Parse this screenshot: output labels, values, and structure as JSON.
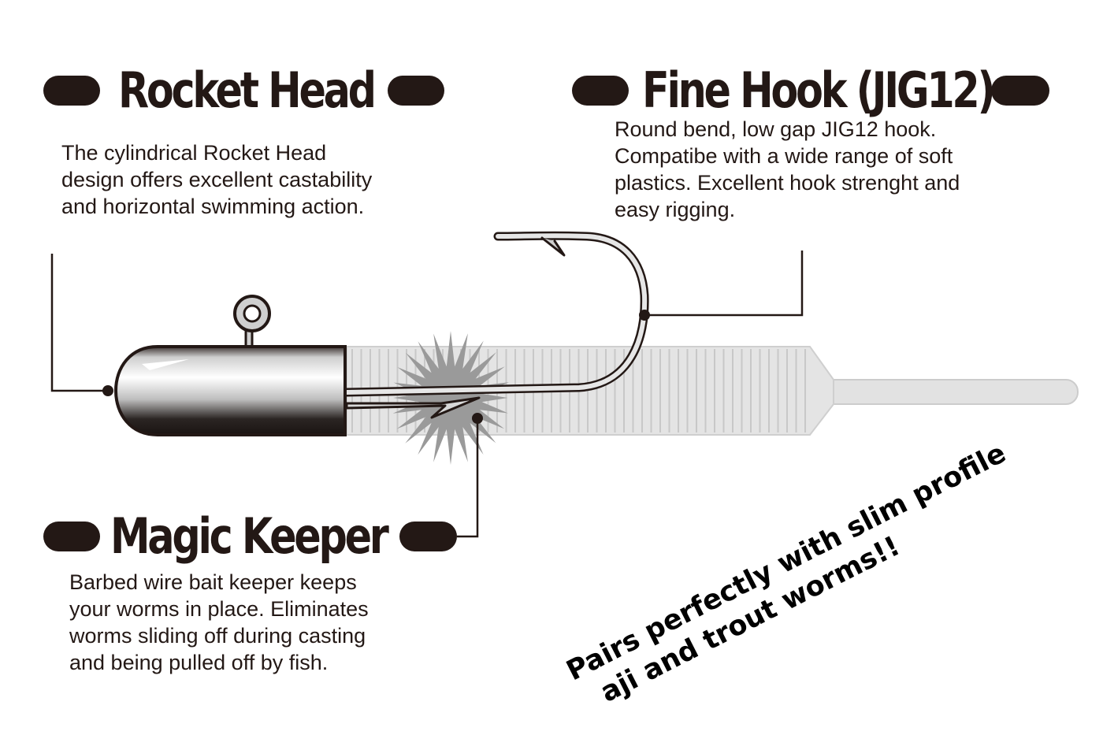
{
  "sections": {
    "rocket_head": {
      "title": "Rocket Head",
      "lines": [
        "The cylindrical Rocket Head",
        "design offers excellent castability",
        "and horizontal swimming action."
      ]
    },
    "fine_hook": {
      "title": "Fine Hook (JIG12)",
      "lines": [
        "Round bend, low gap JIG12 hook.",
        "Compatibe with a wide range of soft",
        "plastics. Excellent hook strenght and",
        "easy rigging."
      ]
    },
    "magic_keeper": {
      "title": "Magic Keeper",
      "lines": [
        "Barbed wire bait keeper keeps",
        "your worms in place. Eliminates",
        "worms sliding off during casting",
        "and being pulled off by fish."
      ]
    }
  },
  "slogan": {
    "line1": "Pairs perfectly with slim profile",
    "line2": "aji and trout worms!!"
  },
  "colors": {
    "ink": "#231815",
    "worm": "#e4e4e4",
    "burst": "#9a9a9a"
  },
  "icons": [
    "jig-head-icon",
    "hook-icon",
    "worm-icon",
    "keeper-burst-icon"
  ]
}
